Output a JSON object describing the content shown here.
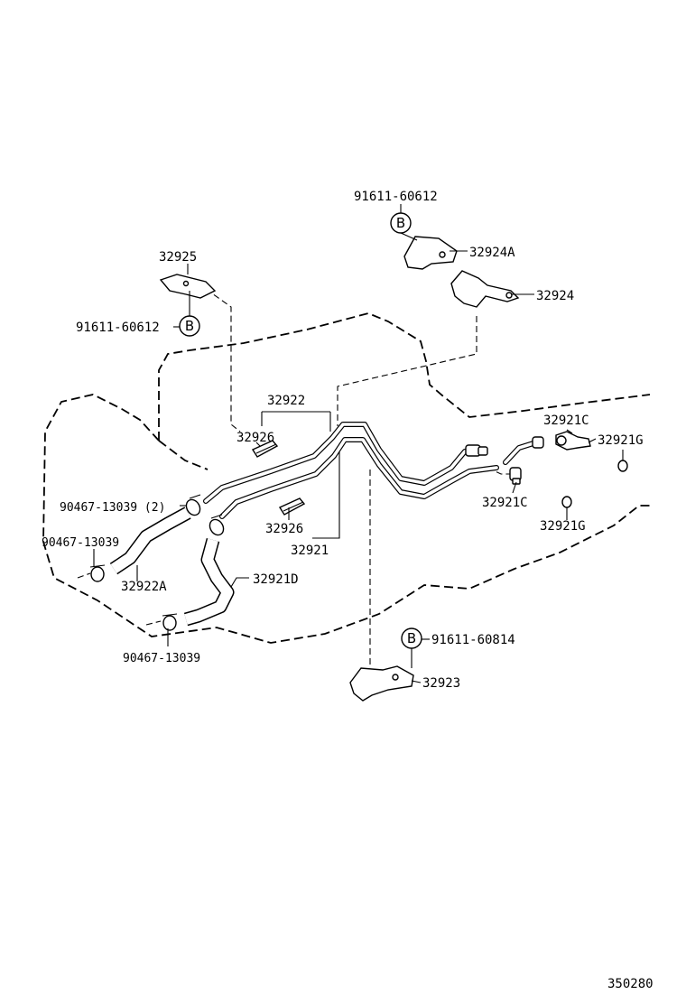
{
  "labels": {
    "bolt_top": "91611-60612",
    "bracket_24a": "32924A",
    "bracket_24": "32924",
    "bracket_25": "32925",
    "bolt_left": "91611-60612",
    "tube_22": "32922",
    "grommet_26a": "32926",
    "clamp_top": "90467-13039 (2)",
    "clamp_left": "90467-13039",
    "hose_22a": "32922A",
    "grommet_26b": "32926",
    "tube_21": "32921",
    "hose_21d": "32921D",
    "clamp_bottom": "90467-13039",
    "union_21c_top": "32921C",
    "gasket_21g_top": "32921G",
    "union_21c_low": "32921C",
    "gasket_21g_low": "32921G",
    "bolt_bottom": "91611-60814",
    "bracket_23": "32923",
    "ref_number": "350280"
  },
  "callouts": {
    "b_top": "B",
    "b_left": "B",
    "b_bottom": "B"
  }
}
